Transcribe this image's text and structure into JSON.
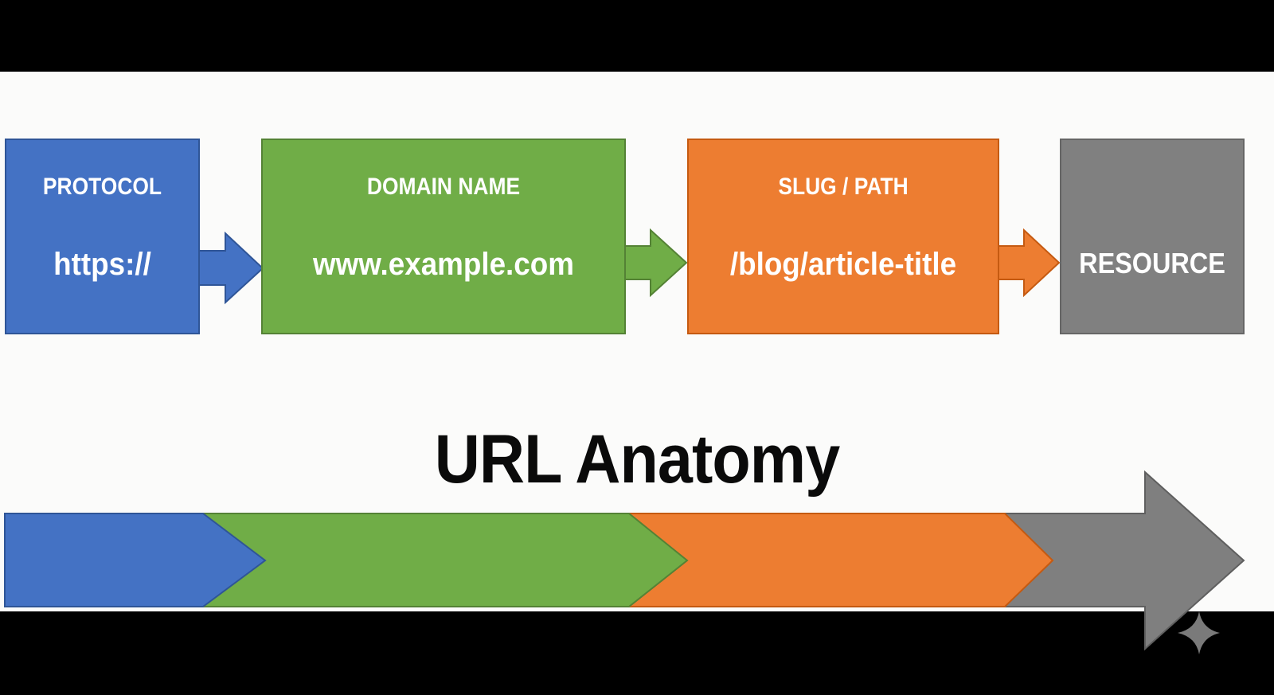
{
  "title": "URL Anatomy",
  "colors": {
    "protocol": "#4472c4",
    "domain": "#70ad47",
    "path": "#ed7d31",
    "resource": "#808080"
  },
  "boxes": [
    {
      "label": "PROTOCOL",
      "value": "https://"
    },
    {
      "label": "DOMAIN NAME",
      "value": "www.example.com"
    },
    {
      "label": "SLUG / PATH",
      "value": "/blog/article-title"
    },
    {
      "label": "RESOURCE"
    }
  ],
  "watermark_icon": "sparkle-icon"
}
